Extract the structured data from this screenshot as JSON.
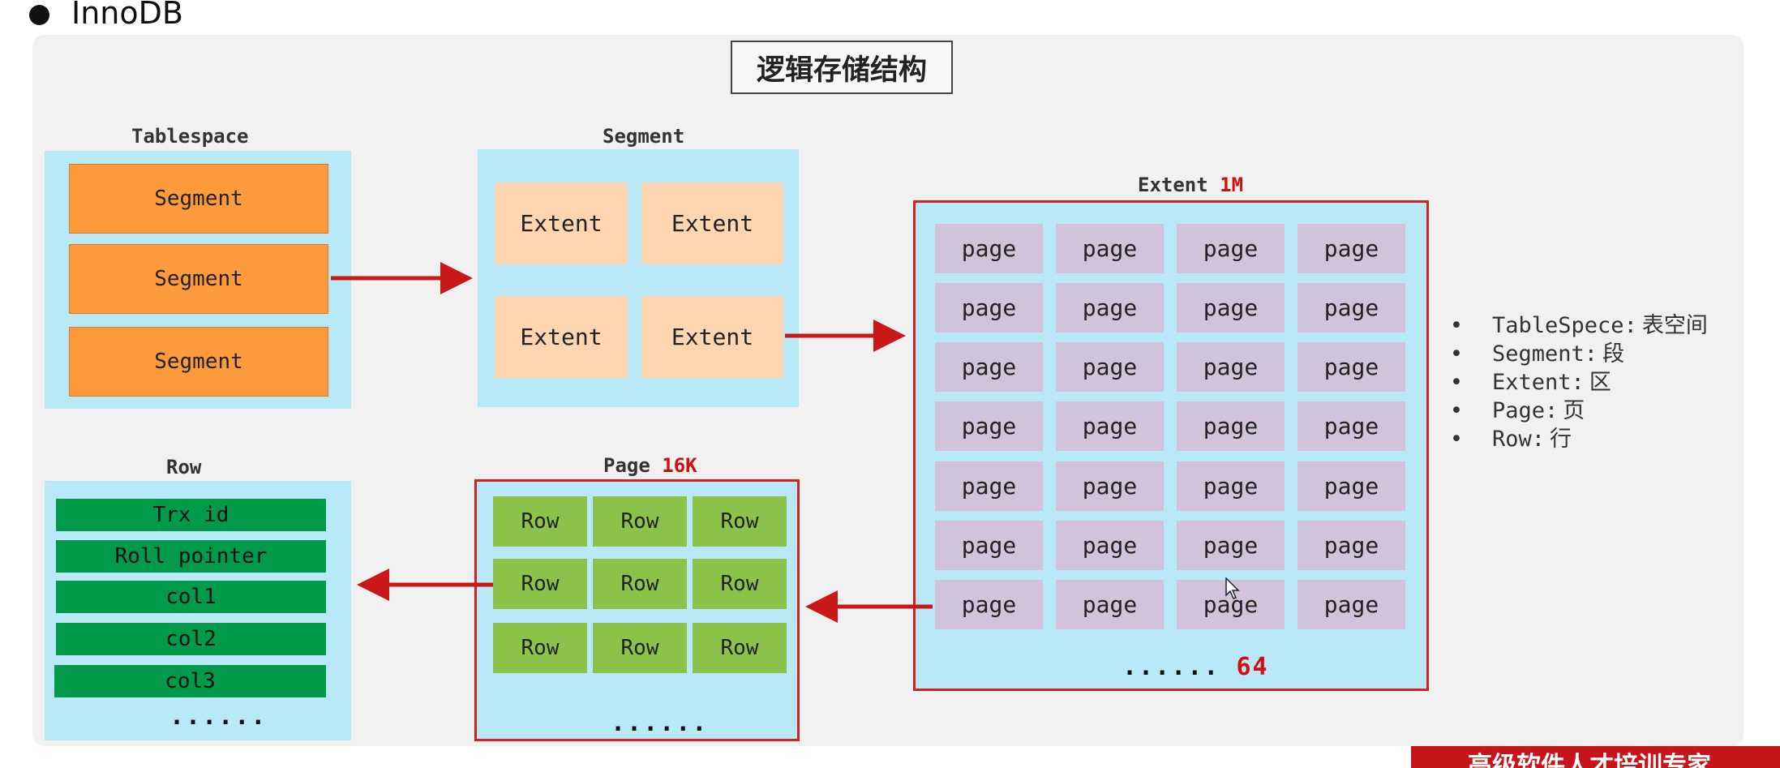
{
  "heading": {
    "bullet": "●",
    "text": "InnoDB"
  },
  "title": "逻辑存储结构",
  "tablespace": {
    "label": "Tablespace",
    "segments": [
      "Segment",
      "Segment",
      "Segment"
    ]
  },
  "segment": {
    "label": "Segment",
    "extents": [
      "Extent",
      "Extent",
      "Extent",
      "Extent"
    ]
  },
  "extent": {
    "label": "Extent",
    "size": "1M",
    "page_label": "page",
    "rows": 7,
    "cols": 4,
    "dots": "......",
    "count": "64"
  },
  "page": {
    "label": "Page",
    "size": "16K",
    "rows": [
      [
        "Row",
        "Row",
        "Row"
      ],
      [
        "Row",
        "Row",
        "Row"
      ],
      [
        "Row",
        "Row",
        "Row"
      ]
    ],
    "dots": "......"
  },
  "row": {
    "label": "Row",
    "fields": [
      "Trx id",
      "Roll pointer",
      "col1",
      "col2",
      "col3"
    ],
    "dots": "......"
  },
  "legend": [
    {
      "term": "TableSpece",
      "cn": "表空间"
    },
    {
      "term": "Segment",
      "cn": "段"
    },
    {
      "term": "Extent",
      "cn": "区"
    },
    {
      "term": "Page",
      "cn": "页"
    },
    {
      "term": "Row",
      "cn": "行"
    }
  ],
  "colors": {
    "frame_red": "#d42020",
    "light_blue": "#b9e8f7",
    "segment_orange": "#fd9a3b",
    "extent_peach": "#fdd5b1",
    "page_lilac": "#d1c3dc",
    "row_green": "#8bc34a",
    "field_green": "#009a4a"
  },
  "banner_text": "高级软件人才培训专家"
}
